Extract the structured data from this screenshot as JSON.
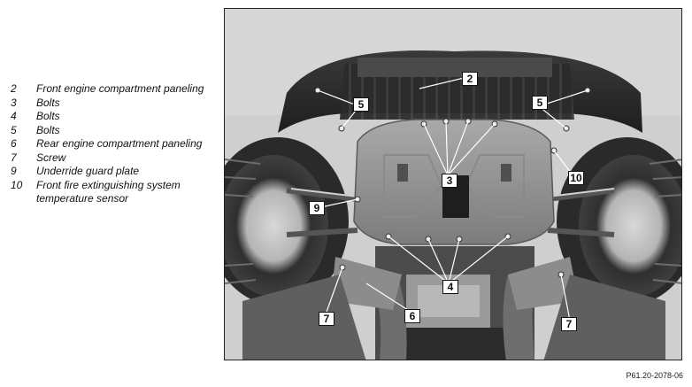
{
  "legend": {
    "items": [
      {
        "num": "2",
        "text": "Front engine compartment paneling"
      },
      {
        "num": "3",
        "text": "Bolts"
      },
      {
        "num": "4",
        "text": "Bolts"
      },
      {
        "num": "5",
        "text": "Bolts"
      },
      {
        "num": "6",
        "text": "Rear engine compartment paneling"
      },
      {
        "num": "7",
        "text": "Screw"
      },
      {
        "num": "9",
        "text": "Underride guard plate"
      },
      {
        "num": "10",
        "text": "Front fire extinguishing system temperature sensor"
      }
    ]
  },
  "photo": {
    "callouts": {
      "c2": "2",
      "c5_left": "5",
      "c5_right": "5",
      "c3": "3",
      "c10": "10",
      "c9": "9",
      "c4": "4",
      "c7_left": "7",
      "c6": "6",
      "c7_right": "7"
    }
  },
  "caption": "P61.20-2078-06"
}
